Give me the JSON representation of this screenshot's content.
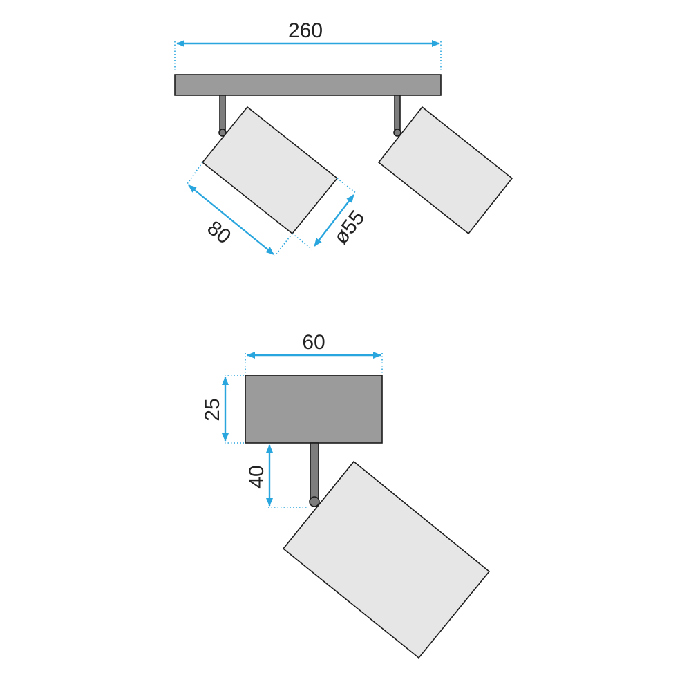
{
  "colors": {
    "mount": "#9b9b9b",
    "shade": "#e6e6e6",
    "stem": "#7d7d7d",
    "outline": "#1c1c1c",
    "dimension": "#2aa6de",
    "text": "#222222"
  },
  "dimensions": {
    "total_width": "260",
    "shade_length": "80",
    "shade_diameter": "ø55",
    "base_width": "60",
    "base_height": "25",
    "stem_height": "40"
  }
}
